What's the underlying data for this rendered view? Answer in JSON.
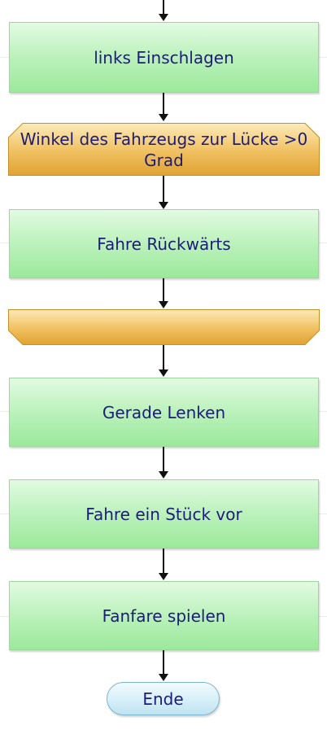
{
  "flowchart": {
    "steps": {
      "steer_left": "links Einschlagen",
      "loop_condition": "Winkel des Fahrzeugs zur Lücke >0 Grad",
      "reverse": "Fahre Rückwärts",
      "steer_straight": "Gerade Lenken",
      "drive_forward": "Fahre ein Stück vor",
      "play_fanfare": "Fanfare spielen"
    },
    "end_label": "Ende"
  },
  "colors": {
    "process_fill": "#bff2bf",
    "loop_fill": "#f0c060",
    "terminal_fill": "#d6eff8",
    "text": "#1c1c7a",
    "connector": "#111111"
  }
}
